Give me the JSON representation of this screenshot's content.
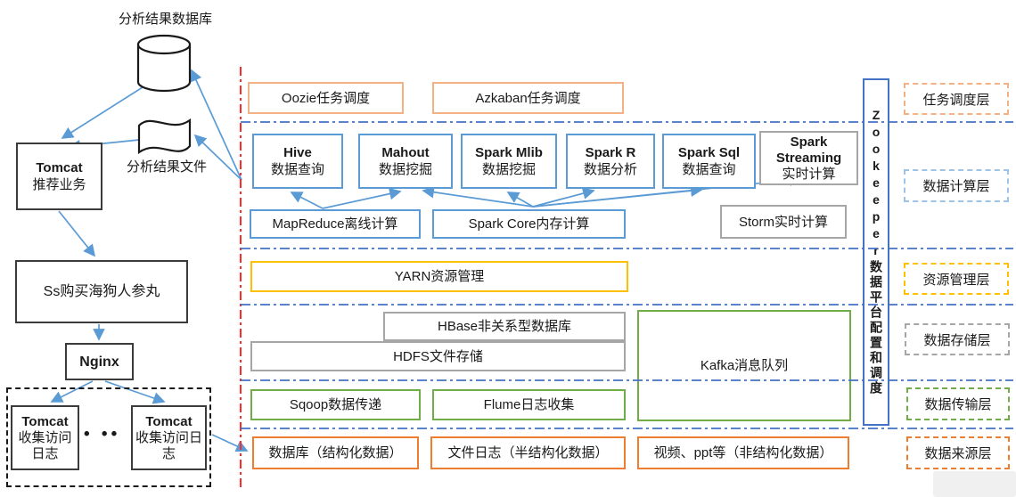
{
  "colors": {
    "arrow_blue": "#5b9bd5",
    "separator_blue": "#4472c4",
    "boundary_red": "#ff2a2a",
    "box_blue": "#5b9bd5",
    "box_gray": "#a6a6a6",
    "box_peach": "#f4b183",
    "box_gold": "#ffc000",
    "box_green": "#70ad47",
    "box_orange": "#ed7d31",
    "zookeeper_border": "#4472c4"
  },
  "left": {
    "db_label": "分析结果数据库",
    "file_label": "分析结果文件",
    "tomcat_app_title": "Tomcat",
    "tomcat_app_sub": "推荐业务",
    "ss_label": "Ss购买海狗人参丸",
    "nginx_label": "Nginx",
    "tomcat_log1_title": "Tomcat",
    "tomcat_log1_sub": "收集访问日志",
    "tomcat_log2_title": "Tomcat",
    "tomcat_log2_sub": "收集访问日志",
    "ellipsis": "• ••"
  },
  "scheduling": {
    "oozie": "Oozie任务调度",
    "azkaban": "Azkaban任务调度"
  },
  "compute": {
    "row1": [
      {
        "title": "Hive",
        "sub": "数据查询"
      },
      {
        "title": "Mahout",
        "sub": "数据挖掘"
      },
      {
        "title": "Spark Mlib",
        "sub": "数据挖掘"
      },
      {
        "title": "Spark R",
        "sub": "数据分析"
      },
      {
        "title": "Spark Sql",
        "sub": "数据查询"
      },
      {
        "title": "Spark Streaming",
        "sub": "实时计算"
      }
    ],
    "row2": [
      "MapReduce离线计算",
      "Spark Core内存计算",
      "Storm实时计算"
    ]
  },
  "resource": {
    "yarn": "YARN资源管理"
  },
  "storage": {
    "hbase": "HBase非关系型数据库",
    "hdfs": "HDFS文件存储",
    "kafka": "Kafka消息队列"
  },
  "transport": {
    "sqoop": "Sqoop数据传递",
    "flume": "Flume日志收集"
  },
  "source": [
    "数据库（结构化数据）",
    "文件日志（半结构化数据）",
    "视频、ppt等（非结构化数据）"
  ],
  "zookeeper": "Zookeeper数据平台配置和调度",
  "layer_labels": [
    "任务调度层",
    "数据计算层",
    "资源管理层",
    "数据存储层",
    "数据传输层",
    "数据来源层"
  ]
}
